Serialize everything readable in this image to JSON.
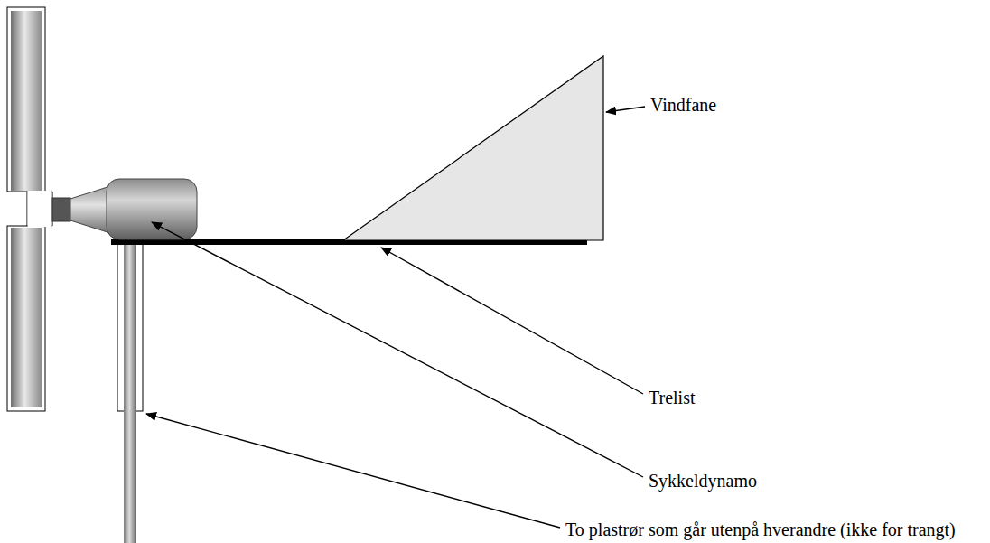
{
  "diagram": {
    "labels": [
      "Vindfane",
      "Trelist",
      "Sykkeldynamo",
      "To plastrør som går utenpå hverandre (ikke for trangt)"
    ]
  }
}
